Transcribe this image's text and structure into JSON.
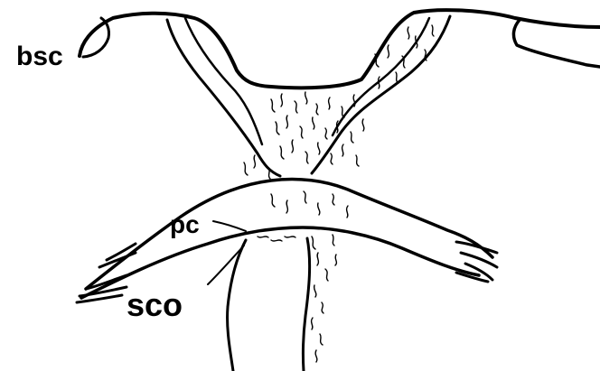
{
  "labels": {
    "bsc": "bsc",
    "pc": "pc",
    "sco": "sco"
  },
  "colors": {
    "ink": "#000000",
    "paper": "#ffffff"
  }
}
